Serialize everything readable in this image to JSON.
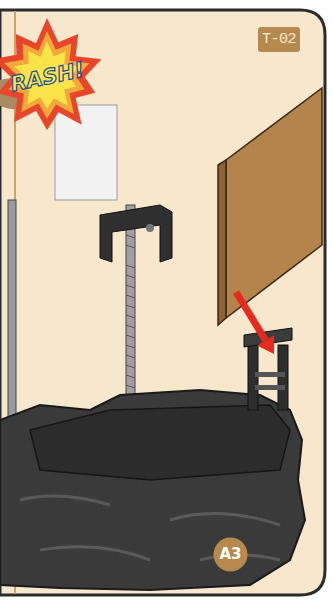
{
  "diagram": {
    "nodes": [
      {
        "text": [
          "T-02"
        ]
      },
      {
        "text": [
          "RASH!"
        ]
      },
      {
        "text": [
          "A3"
        ]
      }
    ]
  }
}
